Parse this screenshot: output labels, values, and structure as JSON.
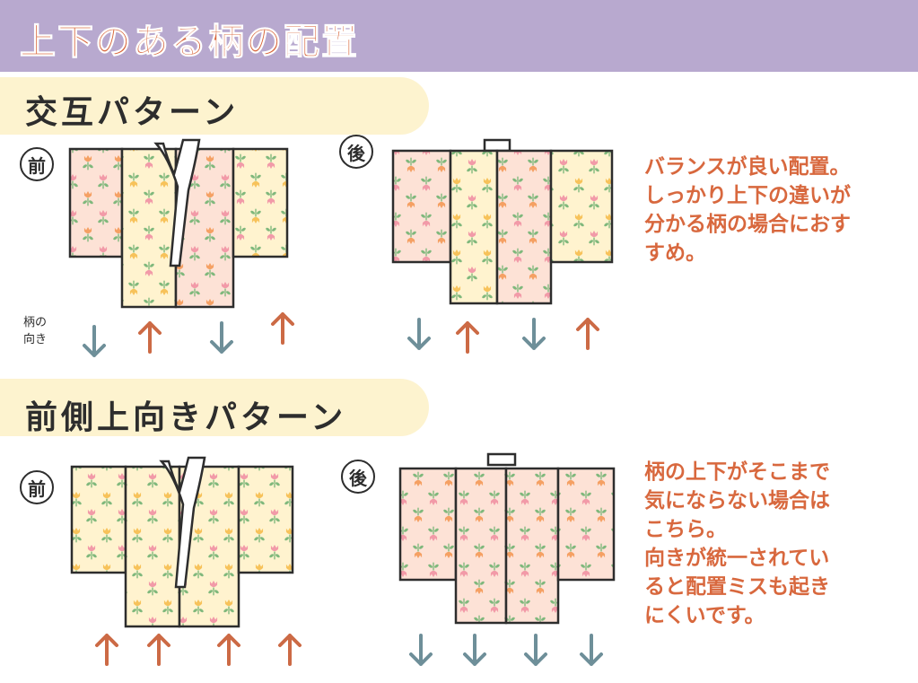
{
  "header": {
    "title": "上下のある柄の配置"
  },
  "colors": {
    "header_bg": "#b8a9cf",
    "accent_orange": "#d8683e",
    "banner_bg": "#fdf3cf",
    "arrow_up": "#cc6a45",
    "arrow_down": "#6e8f99",
    "fabric_pink": "#fde2d6",
    "fabric_cream": "#fff3cf",
    "leaf_green": "#7fb87c",
    "tulip_pink": "#f29aa8",
    "tulip_orange": "#f5a063",
    "tulip_yellow": "#f7c25a"
  },
  "sections": [
    {
      "title": "交互パターン",
      "front_label": "前",
      "back_label": "後",
      "side_label": [
        "柄の",
        "向き"
      ],
      "front_arrows": [
        "down",
        "up",
        "down",
        "up"
      ],
      "back_arrows": [
        "down",
        "up",
        "down",
        "up"
      ],
      "description": [
        "バランスが良い配置。",
        "しっかり上下の違いが",
        "分かる柄の場合におす",
        "すめ。"
      ]
    },
    {
      "title": "前側上向きパターン",
      "front_label": "前",
      "back_label": "後",
      "front_arrows": [
        "up",
        "up",
        "up",
        "up"
      ],
      "back_arrows": [
        "down",
        "down",
        "down",
        "down"
      ],
      "description": [
        "柄の上下がそこまで",
        "気にならない場合は",
        "こちら。",
        "向きが統一されてい",
        "ると配置ミスも起き",
        "にくいです。"
      ]
    }
  ]
}
